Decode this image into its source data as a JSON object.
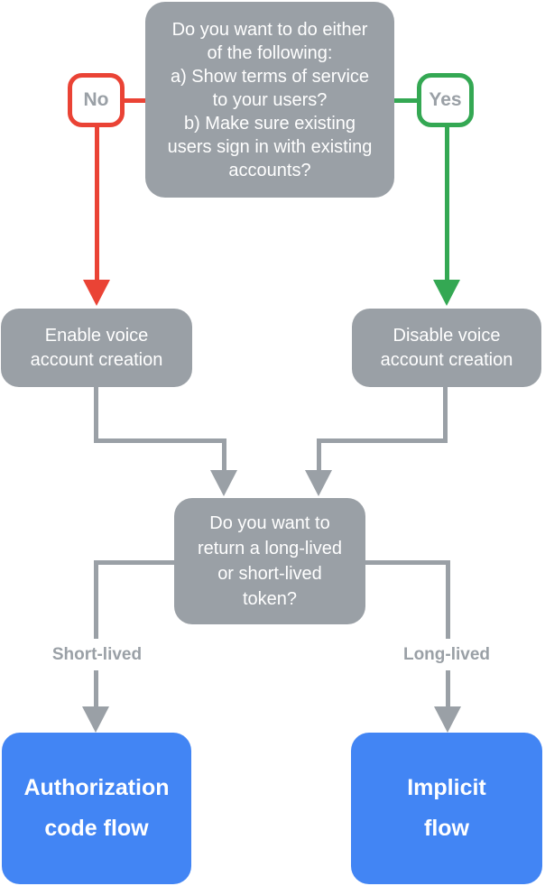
{
  "diagram": {
    "type": "flowchart",
    "colors": {
      "node_gray": "#9AA0A6",
      "no_red": "#EA4335",
      "yes_green": "#34A853",
      "result_blue": "#4285F4",
      "label_text_gray": "#9AA0A6",
      "node_text": "#FFFFFF"
    },
    "nodes": {
      "start": {
        "lines": [
          "Do you want to do either",
          "of the following:",
          "a) Show terms of service",
          "to your users?",
          "b) Make sure existing",
          "users sign in with existing",
          "accounts?"
        ]
      },
      "enable": {
        "lines": [
          "Enable voice",
          "account creation"
        ]
      },
      "disable": {
        "lines": [
          "Disable voice",
          "account creation"
        ]
      },
      "token_question": {
        "lines": [
          "Do you want to",
          "return a long-lived",
          "or short-lived",
          "token?"
        ]
      },
      "auth_code": {
        "lines": [
          "Authorization",
          "code flow"
        ]
      },
      "implicit": {
        "lines": [
          "Implicit",
          "flow"
        ]
      }
    },
    "edges": {
      "no": {
        "label": "No"
      },
      "yes": {
        "label": "Yes"
      },
      "short_lived": {
        "label": "Short-lived"
      },
      "long_lived": {
        "label": "Long-lived"
      }
    }
  }
}
